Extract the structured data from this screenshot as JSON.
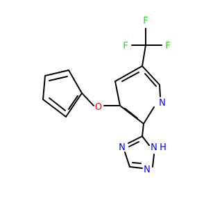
{
  "molecule": {
    "atom_labels": {
      "fluorine_top": "F",
      "fluorine_left": "F",
      "fluorine_right": "F",
      "oxygen": "O",
      "pyridine_nitrogen": "N",
      "triazole_n4": "N",
      "triazole_n2": "N",
      "triazole_n1h": "N",
      "triazole_h": "H"
    },
    "colors": {
      "bond": "#000000",
      "carbon_text": "#000000",
      "nitrogen": "#0000ff",
      "oxygen": "#ff0000",
      "fluorine": "#33cc33"
    }
  }
}
